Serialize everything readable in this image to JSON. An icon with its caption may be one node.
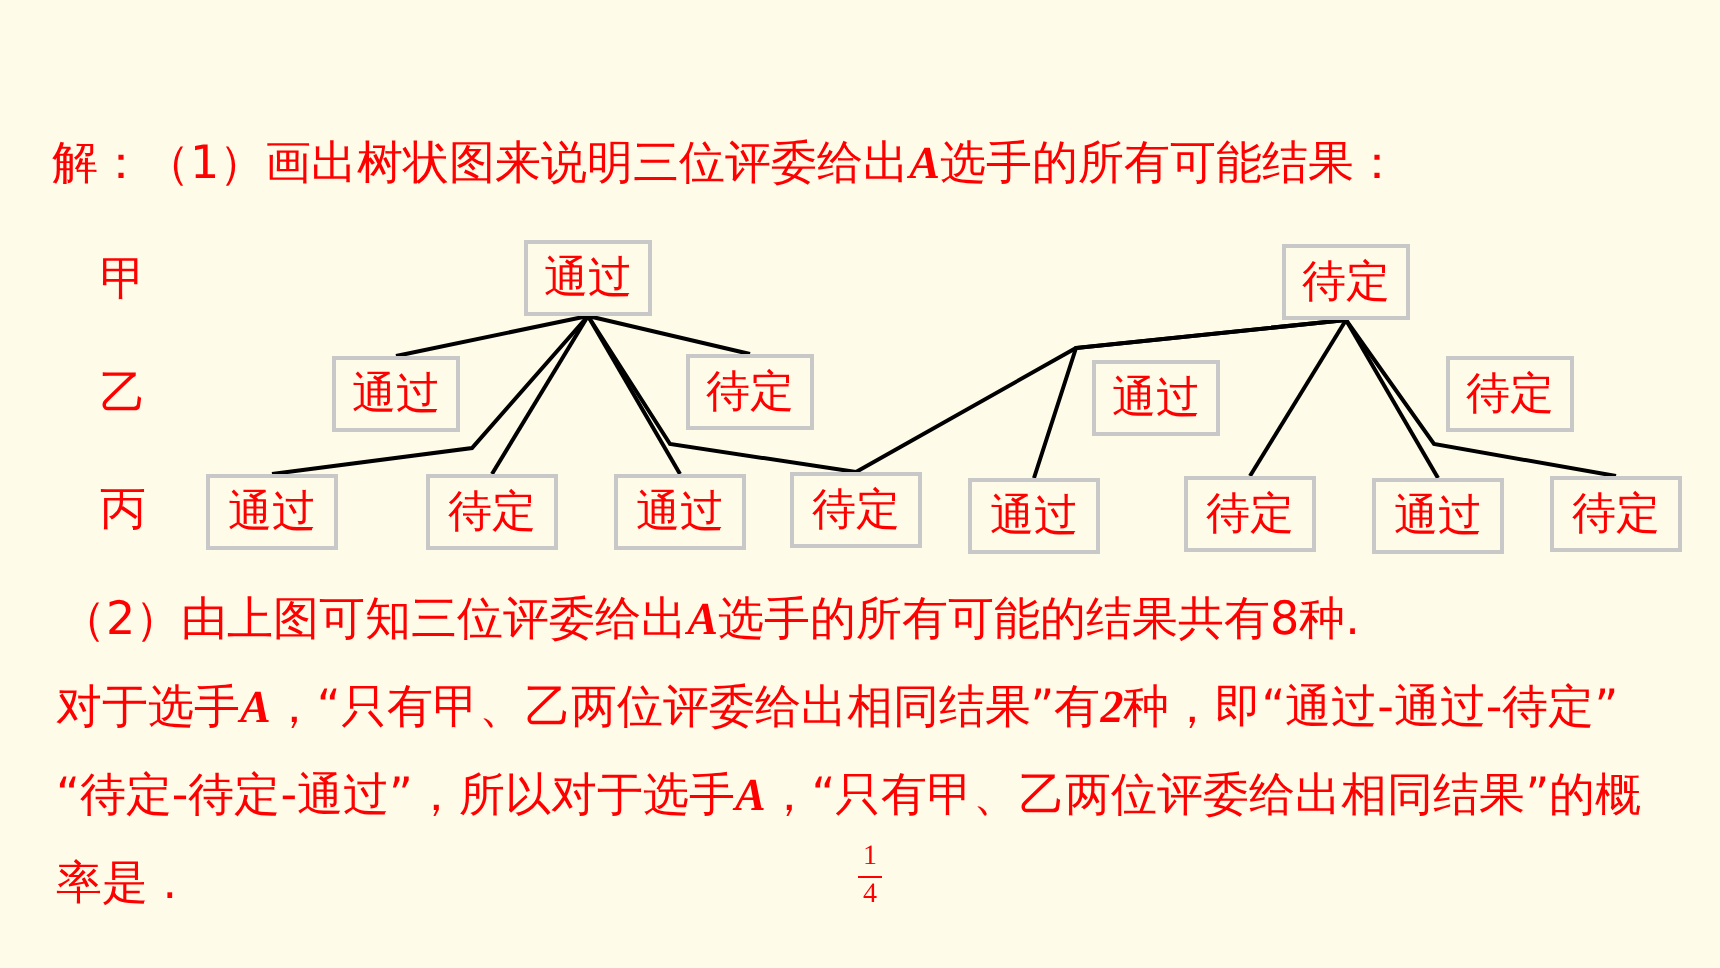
{
  "diagram": {
    "nodes": [
      {
        "text": [
          "通过"
        ]
      },
      {
        "text": [
          "待定"
        ]
      },
      {
        "text": [
          "通过"
        ]
      },
      {
        "text": [
          "待定"
        ]
      },
      {
        "text": [
          "通过"
        ]
      },
      {
        "text": [
          "待定"
        ]
      },
      {
        "text": [
          "通过"
        ]
      },
      {
        "text": [
          "待定"
        ]
      },
      {
        "text": [
          "通过"
        ]
      },
      {
        "text": [
          "待定"
        ]
      },
      {
        "text": [
          "通过"
        ]
      },
      {
        "text": [
          "待定"
        ]
      },
      {
        "text": [
          "通过"
        ]
      },
      {
        "text": [
          "待定"
        ]
      }
    ],
    "edges": [
      {
        "from": 0,
        "to": 2,
        "arrow": "none"
      },
      {
        "from": 0,
        "to": 3,
        "arrow": "none"
      },
      {
        "from": 0,
        "to": 6,
        "arrow": "none"
      },
      {
        "from": 0,
        "to": 7,
        "arrow": "none"
      },
      {
        "from": 0,
        "to": 8,
        "arrow": "none"
      },
      {
        "from": 0,
        "to": 9,
        "arrow": "none"
      },
      {
        "from": 1,
        "to": 9,
        "arrow": "none"
      },
      {
        "from": 1,
        "to": 10,
        "arrow": "none"
      },
      {
        "from": 1,
        "to": 11,
        "arrow": "none"
      },
      {
        "from": 1,
        "to": 12,
        "arrow": "none"
      },
      {
        "from": 1,
        "to": 13,
        "arrow": "none"
      }
    ],
    "labels": [
      "解：（1）画出树状图来说明三位评委给出**A**选手的所有可能结果：",
      "甲",
      "乙",
      "丙",
      "（2）由上图可知三位评委给出**A**选手的所有可能的结果共有8种.",
      "对于选手**A**，“只有甲、乙两位评委给出相同结果”有**2**种，即“通过-通过-待定”  “待定-待定-通过”，所以对于选手**A**，“只有甲、乙两位评委给出相同结果”的概率是 .",
      "1",
      "4"
    ]
  }
}
